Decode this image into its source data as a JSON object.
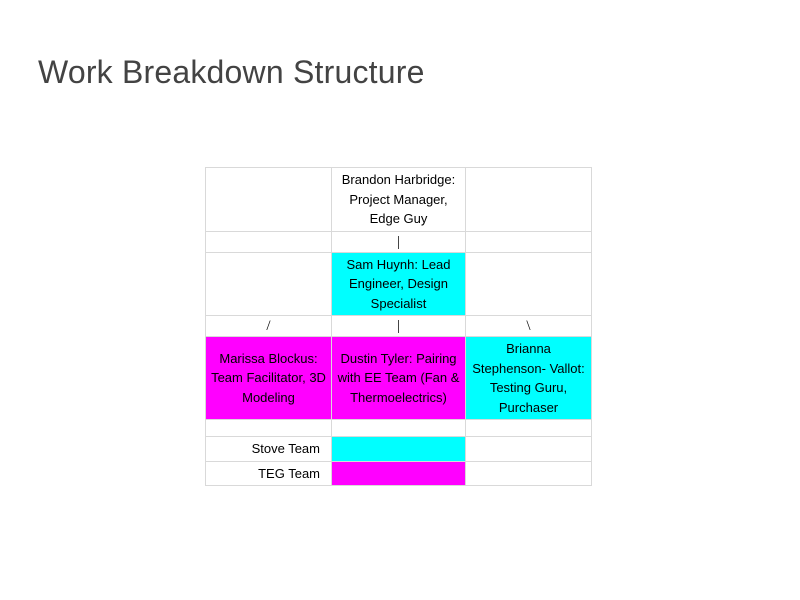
{
  "slide": {
    "title": "Work Breakdown Structure",
    "background_color": "#ffffff",
    "title_color": "#434343"
  },
  "colors": {
    "cyan": "#00ffff",
    "magenta": "#ff00ff",
    "gridline": "#d9d9d9",
    "text": "#000000"
  },
  "chart_data": {
    "type": "table",
    "title": "Work Breakdown Structure",
    "columns": 3,
    "rows": 8,
    "nodes": [
      {
        "name": "Brandon Harbridge",
        "role": "Project Manager, Edge Guy",
        "level": 0,
        "column": 2,
        "fill": "#ffffff"
      },
      {
        "name": "Sam Huynh",
        "role": "Lead Engineer, Design Specialist",
        "level": 1,
        "column": 2,
        "fill": "#00ffff"
      },
      {
        "name": "Marissa Blockus",
        "role": "Team Facilitator, 3D Modeling",
        "level": 2,
        "column": 1,
        "fill": "#ff00ff"
      },
      {
        "name": "Dustin Tyler",
        "role": "Pairing with EE Team (Fan & Thermoelectrics)",
        "level": 2,
        "column": 2,
        "fill": "#ff00ff"
      },
      {
        "name": "Brianna Stephenson- Vallot",
        "role": "Testing Guru, Purchaser",
        "level": 2,
        "column": 3,
        "fill": "#00ffff"
      }
    ],
    "legend": [
      {
        "label": "Stove Team",
        "color": "#00ffff"
      },
      {
        "label": "TEG Team",
        "color": "#ff00ff"
      }
    ]
  },
  "table": {
    "row_top": {
      "col1": "",
      "col2": "Brandon Harbridge: Project Manager, Edge Guy",
      "col3": ""
    },
    "row_connector_1": {
      "col1": "",
      "col2": "|",
      "col3": ""
    },
    "row_lead": {
      "col1": "",
      "col2": "Sam Huynh: Lead Engineer, Design Specialist",
      "col3": ""
    },
    "row_connector_2": {
      "col1": "/",
      "col2": "|",
      "col3": "\\"
    },
    "row_people": {
      "col1": "Marissa Blockus: Team Facilitator, 3D Modeling",
      "col2": "Dustin Tyler: Pairing with EE Team (Fan & Thermoelectrics)",
      "col3": "Brianna Stephenson- Vallot: Testing Guru, Purchaser"
    },
    "row_gap": {
      "col1": "",
      "col2": "",
      "col3": ""
    },
    "row_legend_stove": {
      "col1": "Stove Team",
      "col2": "",
      "col3": ""
    },
    "row_legend_teg": {
      "col1": "TEG Team",
      "col2": "",
      "col3": ""
    }
  }
}
